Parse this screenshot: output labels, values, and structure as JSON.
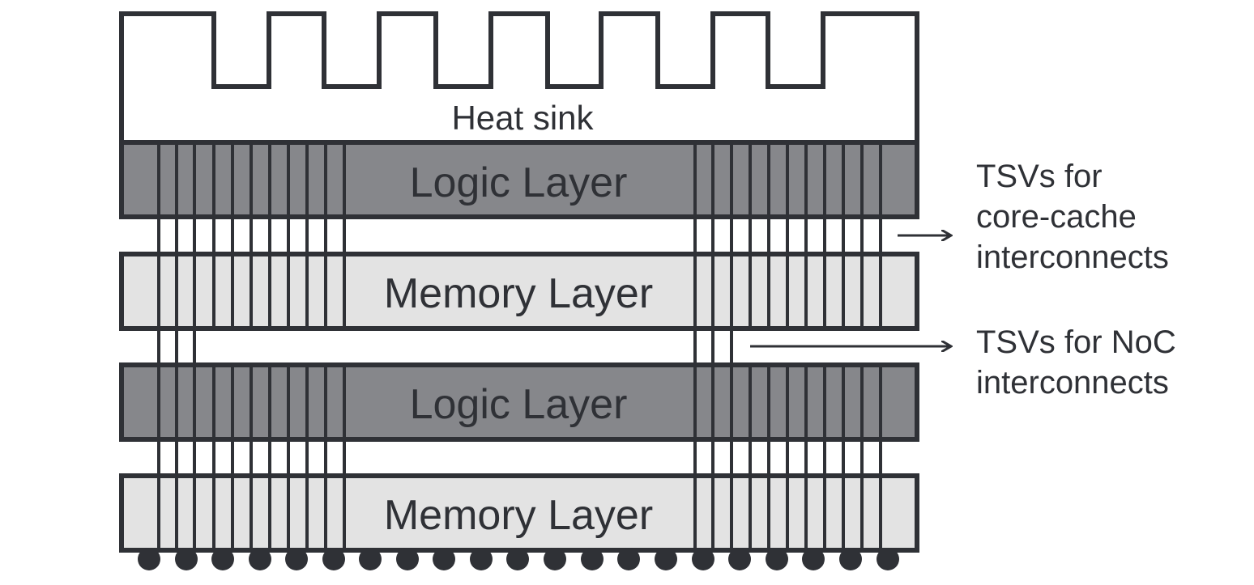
{
  "diagram": {
    "heat_sink_label": "Heat sink",
    "layers": [
      {
        "label": "Logic Layer",
        "kind": "logic"
      },
      {
        "label": "Memory Layer",
        "kind": "memory"
      },
      {
        "label": "Logic Layer",
        "kind": "logic"
      },
      {
        "label": "Memory Layer",
        "kind": "memory"
      }
    ],
    "annotations": {
      "core_cache": [
        "TSVs for",
        "core-cache",
        "interconnects"
      ],
      "noc": [
        "TSVs for NoC",
        "interconnects"
      ]
    },
    "colors": {
      "logic_fill": "#86878b",
      "memory_fill": "#e3e3e3",
      "stroke": "#2f3136",
      "background": "#ffffff"
    }
  }
}
